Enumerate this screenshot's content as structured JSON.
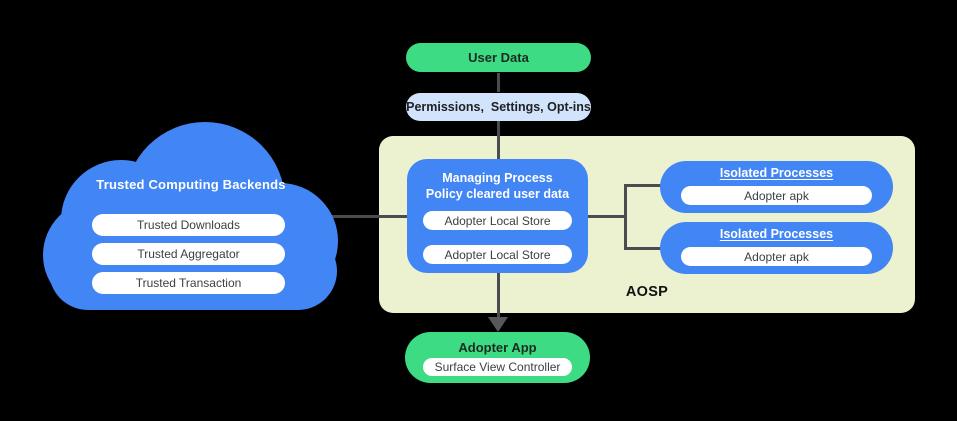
{
  "colors": {
    "background": "#000000",
    "blue": "#4285F4",
    "green": "#3DDC84",
    "light_blue": "#D2E3FC",
    "container_green": "#ECF2CF",
    "connector_gray": "#4A4C50",
    "text_dark": "#202124",
    "text_on_white": "#3C4043",
    "white": "#FFFFFF"
  },
  "user_data": {
    "label": "User Data"
  },
  "permissions": {
    "label": "Permissions,  Settings, Opt-ins"
  },
  "cloud": {
    "title": "Trusted Computing Backends",
    "items": [
      "Trusted Downloads",
      "Trusted Aggregator",
      "Trusted Transaction"
    ]
  },
  "aosp": {
    "label": "AOSP",
    "managing_process": {
      "line1": "Managing Process",
      "line2": "Policy cleared user data",
      "stores": [
        "Adopter Local Store",
        "Adopter Local Store"
      ]
    },
    "isolated": [
      {
        "title": "Isolated Processes",
        "item": "Adopter apk"
      },
      {
        "title": "Isolated Processes",
        "item": "Adopter apk"
      }
    ]
  },
  "adopter_app": {
    "title": "Adopter App",
    "item": "Surface View Controller"
  }
}
